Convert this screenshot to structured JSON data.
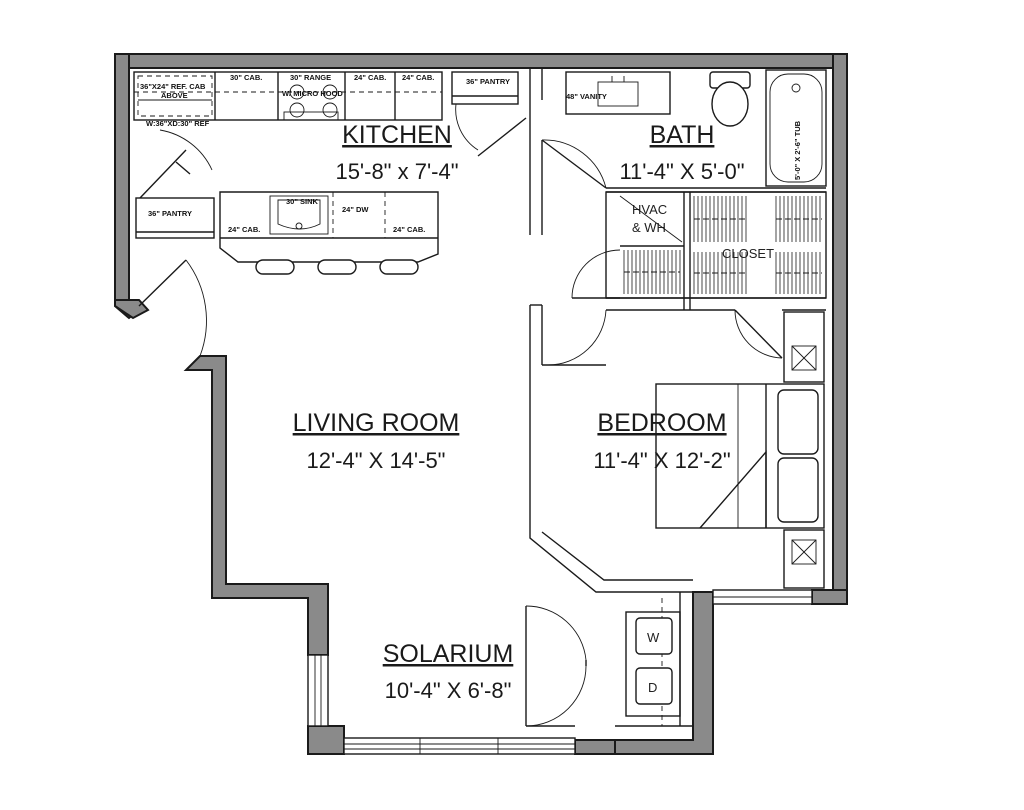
{
  "rooms": {
    "kitchen": {
      "name": "KITCHEN",
      "dims": "15'-8\" x 7'-4\""
    },
    "bath": {
      "name": "BATH",
      "dims": "11'-4\" X 5'-0\""
    },
    "living": {
      "name": "LIVING ROOM",
      "dims": "12'-4\" X 14'-5\""
    },
    "bedroom": {
      "name": "BEDROOM",
      "dims": "11'-4\" X 12'-2\""
    },
    "solarium": {
      "name": "SOLARIUM",
      "dims": "10'-4\" X 6'-8\""
    }
  },
  "fixtures": {
    "ref_cab": "36\"X24\" REF. CAB",
    "ref_cab_above": "ABOVE",
    "refrigerator": "W:36\"XD:30\" REF",
    "cab_30": "30\" CAB.",
    "range_line1": "30\" RANGE",
    "range_line2": "W/ MICRO HOOD",
    "cab_24_a": "24\" CAB.",
    "cab_24_b": "24\" CAB.",
    "pantry_top": "36\" PANTRY",
    "pantry_left": "36\" PANTRY",
    "island_cab_left": "24\" CAB.",
    "sink": "30\" SINK",
    "dishwasher": "24\" DW",
    "island_cab_right": "24\" CAB.",
    "vanity": "48\" VANITY",
    "tub": "5'-0\" X 2'-6\" TUB",
    "hvac_line1": "HVAC",
    "hvac_line2": "& WH",
    "closet": "CLOSET",
    "washer": "W",
    "dryer": "D"
  }
}
